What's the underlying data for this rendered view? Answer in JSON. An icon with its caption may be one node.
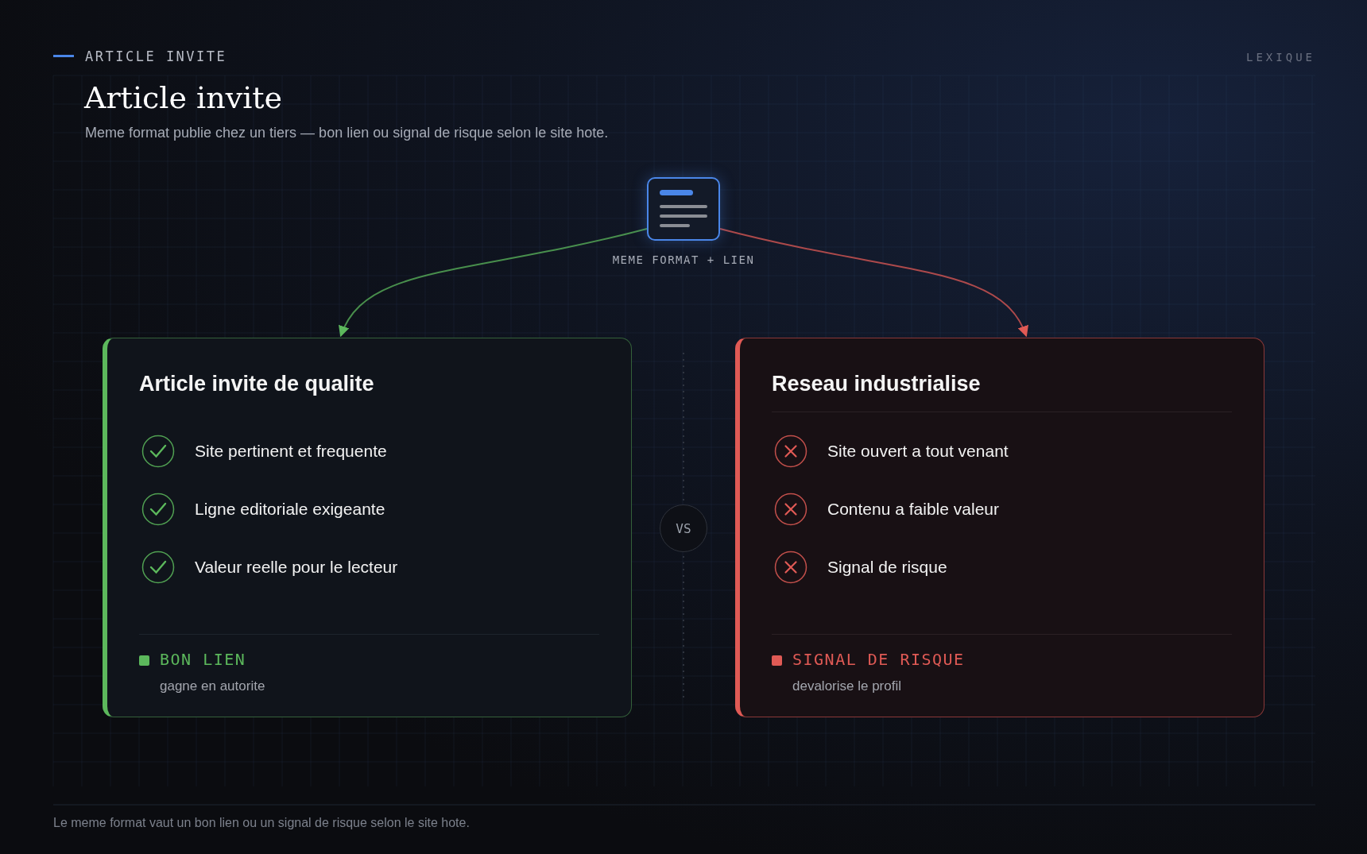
{
  "diagram": {
    "title": "Article invite",
    "caption": "Le meme format vaut un bon lien ou un signal de risque selon le site hote.",
    "labels": [
      "ARTICLE INVITE",
      "LEXIQUE",
      "Meme format publie chez un tiers — bon lien ou signal de risque selon le site hote."
    ],
    "nodes": [
      {
        "text": [],
        "shape": "box",
        "beside": [
          "MEME FORMAT + LIEN"
        ]
      },
      {
        "text": [
          "Article invite de qualite",
          "Site pertinent et frequente",
          "Ligne editoriale exigeante",
          "Valeur reelle pour le lecteur",
          "BON LIEN",
          "gagne en autorite"
        ]
      },
      {
        "text": [
          "VS"
        ]
      },
      {
        "text": [
          "Reseau industrialise",
          "Site ouvert a tout venant",
          "Contenu a faible valeur",
          "Signal de risque",
          "SIGNAL DE RISQUE",
          "devalorise le profil"
        ]
      }
    ],
    "edges": [
      {
        "from": 0,
        "to": 1,
        "arrow": "to",
        "color": "#5cb85c"
      },
      {
        "from": 0,
        "to": 3,
        "arrow": "to",
        "color": "#e05a55"
      }
    ]
  }
}
